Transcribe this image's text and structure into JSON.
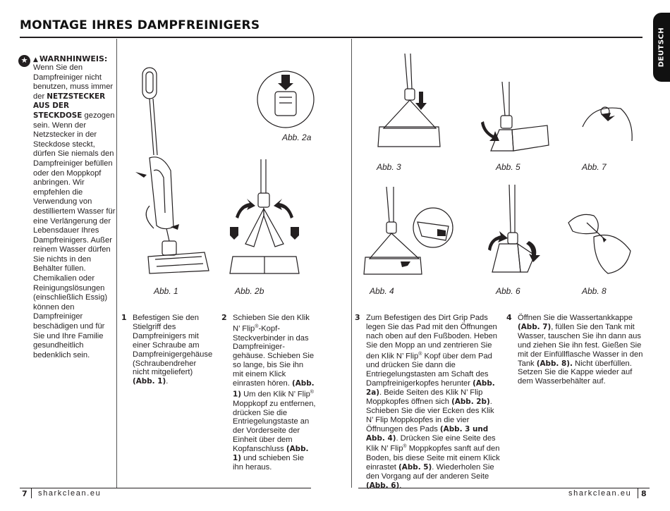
{
  "header": {
    "title": "MONTAGE IHRES DAMPFREINIGERS",
    "lang_tab": "DEUTSCH"
  },
  "warning": {
    "title": "WARNHINWEIS:",
    "p1": "Wenn Sie den Dampfreiniger nicht benutzen, muss immer der",
    "bold": "NETZSTECKER AUS DER STECKDOSE",
    "p2": "gezogen sein. Wenn der Netzstecker in der Steckdose steckt, dürfen Sie niemals den Dampfreiniger befüllen oder den Moppkopf anbringen. Wir empfehlen die Verwendung von destilliertem Wasser für eine Verlängerung der Lebensdauer Ihres Dampfreinigers. Außer reinem Wasser dürfen Sie nichts in den Behälter füllen. Chemikalien oder Reinigungslösungen (einschließlich Essig) können den Dampfreiniger beschädigen und für Sie und Ihre Familie gesundheitlich bedenklich sein."
  },
  "figures": {
    "abb1": "Abb. 1",
    "abb2a": "Abb. 2a",
    "abb2b": "Abb. 2b",
    "abb3": "Abb. 3",
    "abb4": "Abb. 4",
    "abb5": "Abb. 5",
    "abb6": "Abb. 6",
    "abb7": "Abb. 7",
    "abb8": "Abb. 8"
  },
  "steps": {
    "s1": {
      "num": "1",
      "a": "Befestigen Sie den Stielgriff des Dampfreinigers mit einer Schraube am Dampfreinigergehäuse (Schraubendreher nicht mitgeliefert)",
      "b1": "(Abb. 1)",
      "c": "."
    },
    "s2": {
      "num": "2",
      "a": "Schieben Sie den Klik N’ Flip",
      "a_sup": "®",
      "a2": "-Kopf-Steckverbinder in das Dampfreiniger-gehäuse. Schieben Sie so lange, bis Sie ihn mit einem Klick einrasten hören.",
      "b1": "(Abb. 1)",
      "c": "Um den Klik N’ Flip",
      "c_sup": "®",
      "c2": "Moppkopf zu entfernen, drücken Sie die Entriegelungstaste an der Vorderseite der Einheit über dem Kopfanschluss",
      "b2": "(Abb. 1)",
      "d": "und schieben Sie ihn heraus."
    },
    "s3": {
      "num": "3",
      "a": "Zum Befestigen des Dirt Grip Pads legen Sie das Pad mit den Öffnungen nach oben auf den Fußboden. Heben Sie den Mopp an und zentrieren Sie den Klik N’ Flip",
      "a_sup": "®",
      "a2": "Kopf über dem Pad und drücken Sie dann die Entriegelungstasten am Schaft des Dampfreinigerkopfes herunter",
      "b1": "(Abb. 2a)",
      "c": ". Beide Seiten des Klik N’ Flip Moppkopfes öffnen sich",
      "b2": "(Abb. 2b)",
      "d": ". Schieben Sie die vier Ecken des Klik N’ Flip Moppkopfes in die vier Öffnungen des Pads",
      "b3": "(Abb. 3 und Abb. 4)",
      "e": ". Drücken Sie eine Seite des Klik N’ Flip",
      "e_sup": "®",
      "e2": "Moppkopfes sanft auf den Boden, bis diese Seite mit einem Klick einrastet",
      "b4": "(Abb. 5)",
      "f": ". Wiederholen Sie den Vorgang auf der anderen Seite",
      "b5": "(Abb. 6)",
      "g": "."
    },
    "s4": {
      "num": "4",
      "a": "Öffnen Sie die Wassertankkappe",
      "b1": "(Abb. 7)",
      "c": ", füllen Sie den Tank mit Wasser, tauschen Sie ihn dann aus und ziehen Sie ihn fest. Gießen Sie mit der Einfüllflasche Wasser in den Tank",
      "b2": "(Abb. 8).",
      "d": "Nicht überfüllen. Setzen Sie die Kappe wieder auf dem Wasserbehälter auf."
    }
  },
  "footer": {
    "left_page": "7",
    "left_site": "sharkclean.eu",
    "right_site": "sharkclean.eu",
    "right_page": "8"
  }
}
